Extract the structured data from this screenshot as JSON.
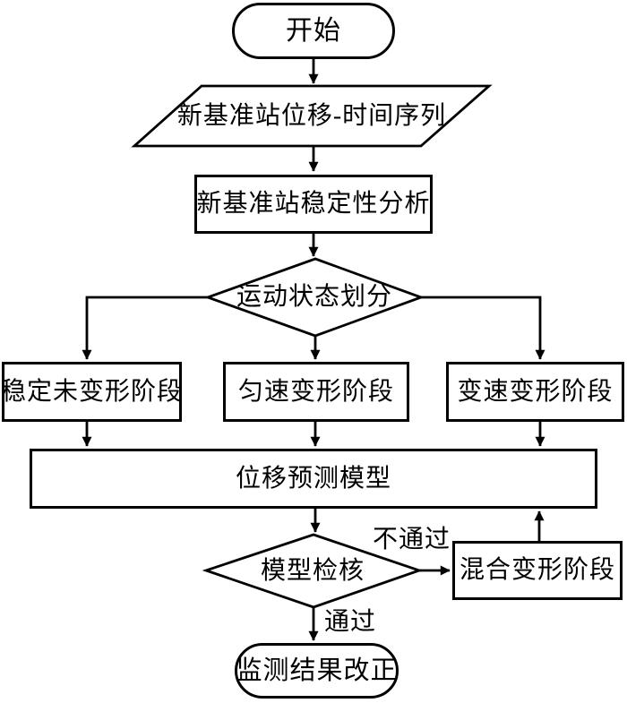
{
  "diagram": {
    "title": "flowchart",
    "colors": {
      "background": "#ffffff",
      "stroke": "#000000",
      "text": "#000000"
    },
    "nodes": {
      "start": "开始",
      "displacement_series": "新基准站位移-时间序列",
      "stability_analysis": "新基准站稳定性分析",
      "motion_state_decision": "运动状态划分",
      "stable_stage": "稳定未变形阶段",
      "uniform_stage": "匀速变形阶段",
      "variable_stage": "变速变形阶段",
      "prediction_model": "位移预测模型",
      "model_check_decision": "模型检核",
      "mixed_stage": "混合变形阶段",
      "end": "监测结果改正"
    },
    "edge_labels": {
      "fail": "不通过",
      "pass": "通过"
    }
  }
}
